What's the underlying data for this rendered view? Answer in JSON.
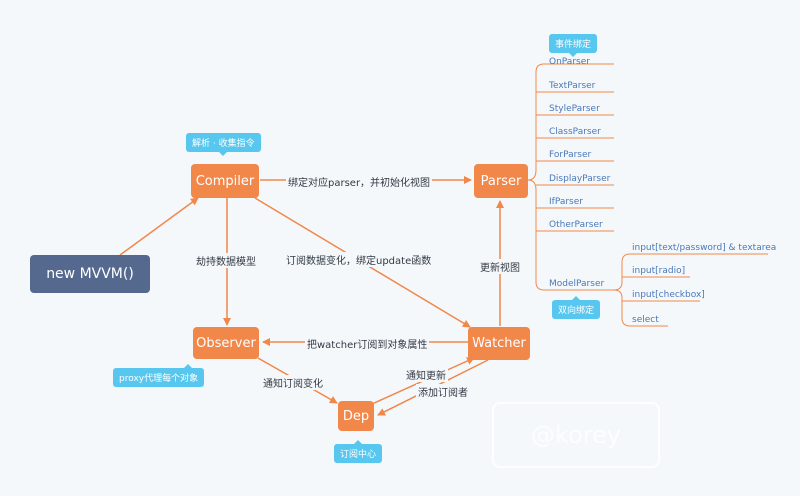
{
  "nodes": {
    "mvvm": "new MVVM()",
    "compiler": "Compiler",
    "parser": "Parser",
    "observer": "Observer",
    "watcher": "Watcher",
    "dep": "Dep"
  },
  "tags": {
    "compiler": "解析 · 收集指令",
    "parser_events": "事件绑定",
    "observer": "proxy代理每个对象",
    "dep": "订阅中心",
    "model": "双向绑定"
  },
  "edges": {
    "compiler_parser": "绑定对应parser，并初始化视图",
    "compiler_observer": "劫持数据模型",
    "compiler_watcher": "订阅数据变化，绑定update函数",
    "watcher_parser": "更新视图",
    "watcher_observer": "把watcher订阅到对象属性",
    "observer_dep": "通知订阅变化",
    "dep_watcher": "通知更新",
    "watcher_dep": "添加订阅者"
  },
  "parsers": [
    "OnParser",
    "TextParser",
    "StyleParser",
    "ClassParser",
    "ForParser",
    "DisplayParser",
    "IfParser",
    "OtherParser",
    "ModelParser"
  ],
  "model_inputs": [
    "input[text/password] & textarea",
    "input[radio]",
    "input[checkbox]",
    "select"
  ],
  "watermark": "@korey",
  "colors": {
    "node": "#f2874a",
    "start_node": "#55698f",
    "tag": "#57c7ef",
    "leaf_text": "#4a78b8",
    "connector": "#f2874a",
    "arrow": "#f2874a"
  }
}
